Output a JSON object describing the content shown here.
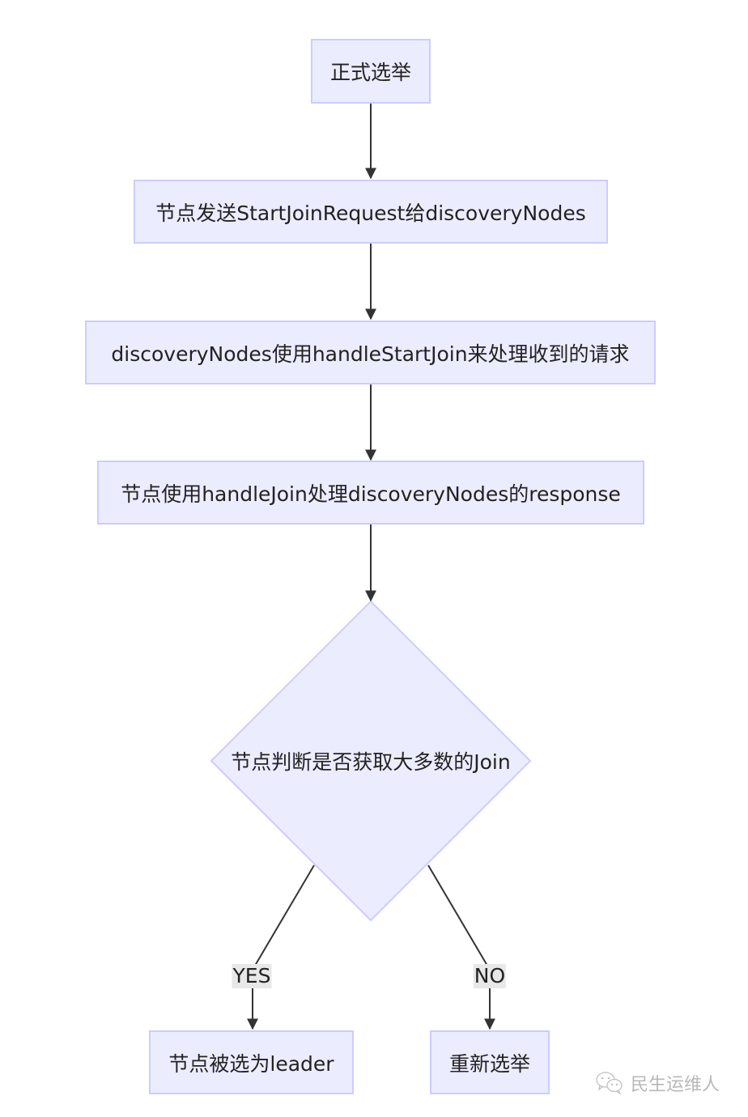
{
  "colors": {
    "node_fill": "#ECECFF",
    "node_stroke": "#CCCCFF",
    "edge": "#333333",
    "edge_label_bg": "#E8E8E8",
    "text": "#222222"
  },
  "nodes": {
    "start": "正式选举",
    "send_request": "节点发送StartJoinRequest给discoveryNodes",
    "handle_start_join": "discoveryNodes使用handleStartJoin来处理收到的请求",
    "handle_join": "节点使用handleJoin处理discoveryNodes的response",
    "decision": "节点判断是否获取大多数的Join",
    "elected": "节点被选为leader",
    "reelect": "重新选举"
  },
  "edges": [
    {
      "from": "start",
      "to": "send_request",
      "label": ""
    },
    {
      "from": "send_request",
      "to": "handle_start_join",
      "label": ""
    },
    {
      "from": "handle_start_join",
      "to": "handle_join",
      "label": ""
    },
    {
      "from": "handle_join",
      "to": "decision",
      "label": ""
    },
    {
      "from": "decision",
      "to": "elected",
      "label": "YES"
    },
    {
      "from": "decision",
      "to": "reelect",
      "label": "NO"
    }
  ],
  "edge_labels": {
    "yes": "YES",
    "no": "NO"
  },
  "watermark": {
    "icon": "wechat-icon",
    "text": "民生运维人"
  }
}
